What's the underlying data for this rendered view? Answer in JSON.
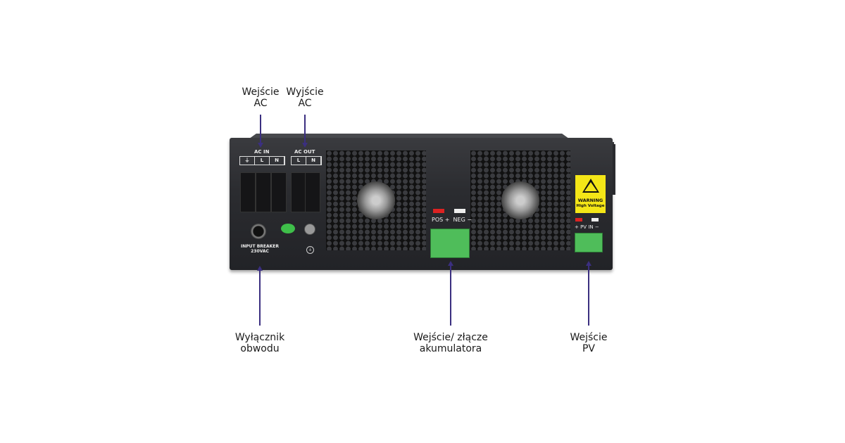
{
  "callouts": {
    "ac_input": [
      "Wejście",
      "AC"
    ],
    "ac_output": [
      "Wyjście",
      "AC"
    ],
    "breaker": [
      "Wyłącznik",
      "obwodu"
    ],
    "battery": [
      "Wejście/ złącze",
      "akumulatora"
    ],
    "pv": [
      "Wejście",
      "PV"
    ]
  },
  "device": {
    "ac_in_label": "AC IN",
    "ac_out_label": "AC OUT",
    "ac_in_terminals": [
      "⏚",
      "L",
      "N"
    ],
    "ac_out_terminals": [
      "L",
      "N"
    ],
    "breaker_label": [
      "INPUT BREAKER",
      "230VAC"
    ],
    "battery_label": "POS +  NEG −",
    "pv_label": "+ PV IN −",
    "warning": [
      "WARNING",
      "High Voltage"
    ]
  },
  "colors": {
    "callout_line": "#3b2f80",
    "terminal_green": "#4fbd5a",
    "warning_yellow": "#f4e617"
  }
}
